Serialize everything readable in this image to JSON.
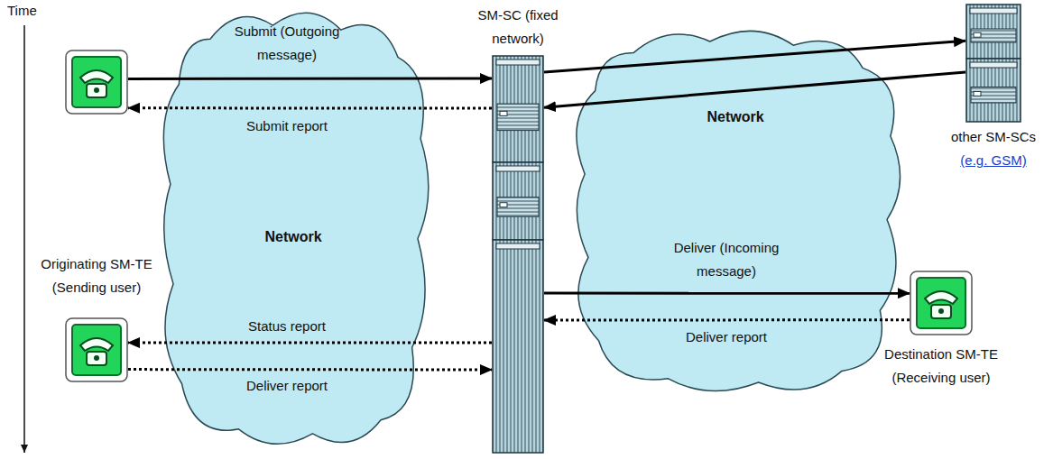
{
  "diagram": {
    "nodes": [
      {
        "text": [
          "Network"
        ]
      },
      {
        "text": [
          "Originating SM-TE (Sending user)"
        ]
      },
      {
        "text": []
      },
      {
        "text": [
          "SM-SC (fixed network)"
        ]
      },
      {
        "text": [
          "Network"
        ]
      },
      {
        "text": [
          "other SM-SCs",
          "(e.g. GSM)"
        ]
      },
      {
        "text": [
          "Destination SM-TE (Receiving user)"
        ]
      }
    ],
    "edges": [
      {
        "from": 1,
        "to": 3,
        "arrow": "to",
        "label": "Submit (Outgoing message)"
      },
      {
        "from": 3,
        "to": 1,
        "arrow": "to",
        "label": "Submit report"
      },
      {
        "from": 3,
        "to": 5,
        "arrow": "to"
      },
      {
        "from": 5,
        "to": 3,
        "arrow": "to"
      },
      {
        "from": 3,
        "to": 6,
        "arrow": "to",
        "label": "Deliver (Incoming message)"
      },
      {
        "from": 6,
        "to": 3,
        "arrow": "to",
        "label": "Deliver report"
      },
      {
        "from": 3,
        "to": 2,
        "arrow": "to",
        "label": "Status report"
      },
      {
        "from": 2,
        "to": 3,
        "arrow": "to",
        "label": "Deliver report"
      }
    ],
    "labels": [
      "Time"
    ]
  }
}
